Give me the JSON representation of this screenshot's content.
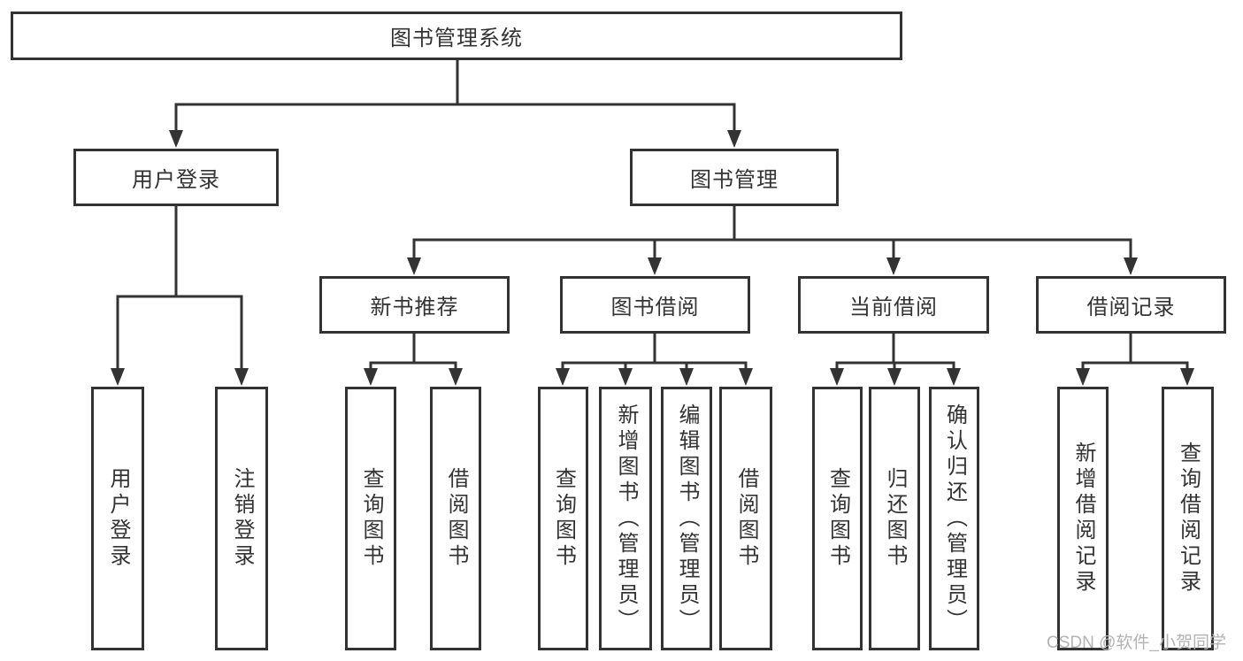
{
  "diagram_title": "图书管理系统",
  "colors": {
    "line": "#333333",
    "text": "#333333",
    "box_background": "#ffffff",
    "page_background": "#ffffff",
    "watermark": "#b3b3b3"
  },
  "nodes": {
    "root": "图书管理系统",
    "level2": {
      "user_login": "用户登录",
      "book_management": "图书管理"
    },
    "level3": {
      "new_book_recommend": "新书推荐",
      "book_borrowing": "图书借阅",
      "current_borrowing": "当前借阅",
      "borrowing_records": "借阅记录"
    },
    "leaves": {
      "user_login": "用户登录",
      "logout": "注销登录",
      "query_books_recommend": "查询图书",
      "borrow_books_recommend": "借阅图书",
      "query_books_borrowing": "查询图书",
      "add_book_admin": "新增图书（管理员）",
      "edit_book_admin": "编辑图书（管理员）",
      "borrow_books_borrowing": "借阅图书",
      "query_books_current": "查询图书",
      "return_book": "归还图书",
      "confirm_return_admin": "确认归还（管理员）",
      "add_borrow_record": "新增借阅记录",
      "query_borrow_record": "查询借阅记录"
    }
  },
  "watermark": "CSDN @软件_小贺同学"
}
